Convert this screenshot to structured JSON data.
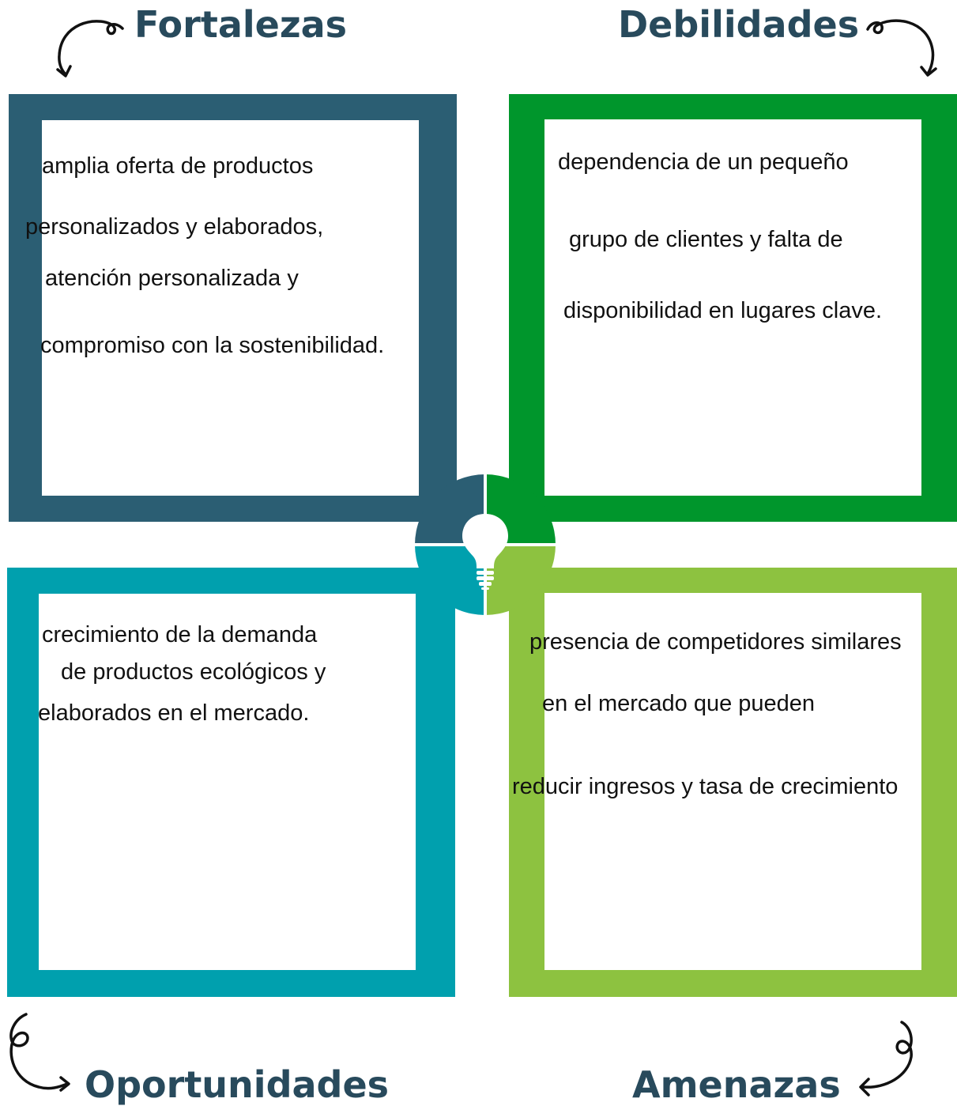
{
  "quadrants": {
    "fortalezas": {
      "title": "Fortalezas",
      "color": "#2b5e73",
      "lines": [
        "amplia oferta de productos",
        "personalizados y elaborados,",
        "atención personalizada y",
        "compromiso con la sostenibilidad."
      ]
    },
    "debilidades": {
      "title": "Debilidades",
      "color": "#00962c",
      "lines": [
        "dependencia de un pequeño",
        "grupo de clientes y falta de",
        "disponibilidad en lugares clave."
      ]
    },
    "oportunidades": {
      "title": "Oportunidades",
      "color": "#00a0ae",
      "lines": [
        "crecimiento de la demanda",
        "de productos ecológicos y",
        "elaborados en el mercado."
      ]
    },
    "amenazas": {
      "title": "Amenazas",
      "color": "#8dc240",
      "lines": [
        "presencia de competidores similares",
        "en el mercado que pueden",
        "reducir ingresos y tasa de crecimiento"
      ]
    }
  },
  "icons": {
    "center": "lightbulb-icon",
    "corners": "curly-arrow-icon"
  }
}
